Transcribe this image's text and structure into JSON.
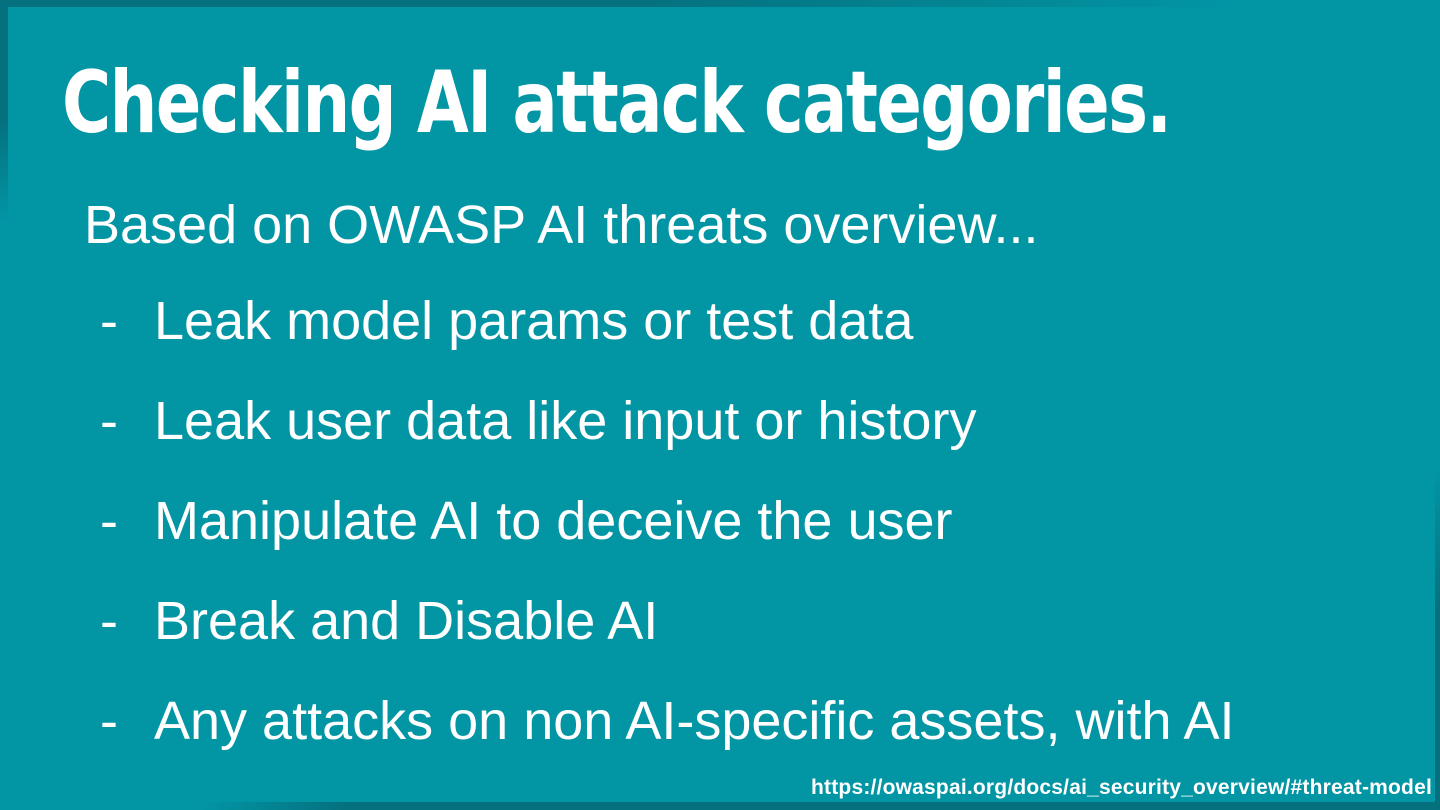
{
  "slide": {
    "title": "Checking AI attack categories.",
    "subtitle": "Based on OWASP AI threats overview...",
    "bullets": [
      {
        "marker": "-",
        "text": "Leak model params or test data"
      },
      {
        "marker": "-",
        "text": "Leak user data like input or history"
      },
      {
        "marker": "-",
        "text": "Manipulate AI to deceive the user"
      },
      {
        "marker": "-",
        "text": "Break and Disable AI"
      },
      {
        "marker": "-",
        "text": "Any attacks on non AI-specific assets, with AI"
      }
    ],
    "footer_link": "https://owaspai.org/docs/ai_security_overview/#threat-model",
    "colors": {
      "background": "#0295a4",
      "frame": "#05717f",
      "text": "#ffffff"
    }
  }
}
